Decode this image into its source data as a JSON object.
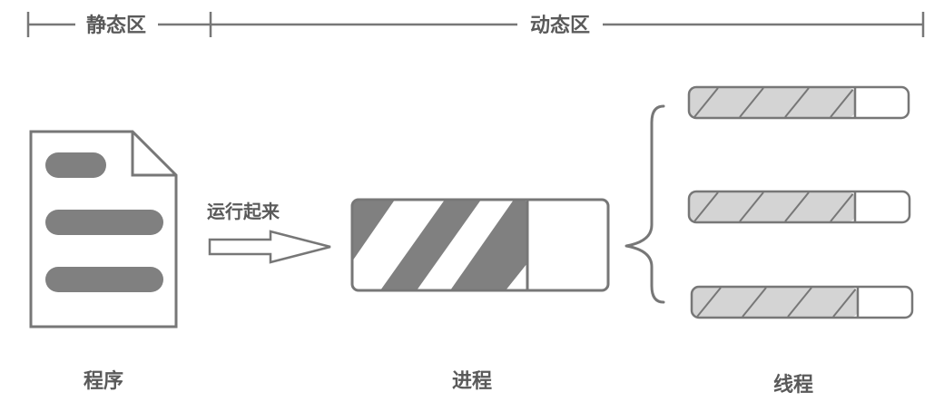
{
  "header": {
    "static_zone_label": "静态区",
    "dynamic_zone_label": "动态区"
  },
  "program": {
    "label": "程序"
  },
  "arrow": {
    "label": "运行起来"
  },
  "process": {
    "label": "进程"
  },
  "threads": {
    "label": "线程",
    "count": 3
  },
  "colors": {
    "stroke": "#777777",
    "dark_fill": "#808080",
    "light_stripe": "#d4d4d4",
    "text": "#5a5a5a"
  }
}
